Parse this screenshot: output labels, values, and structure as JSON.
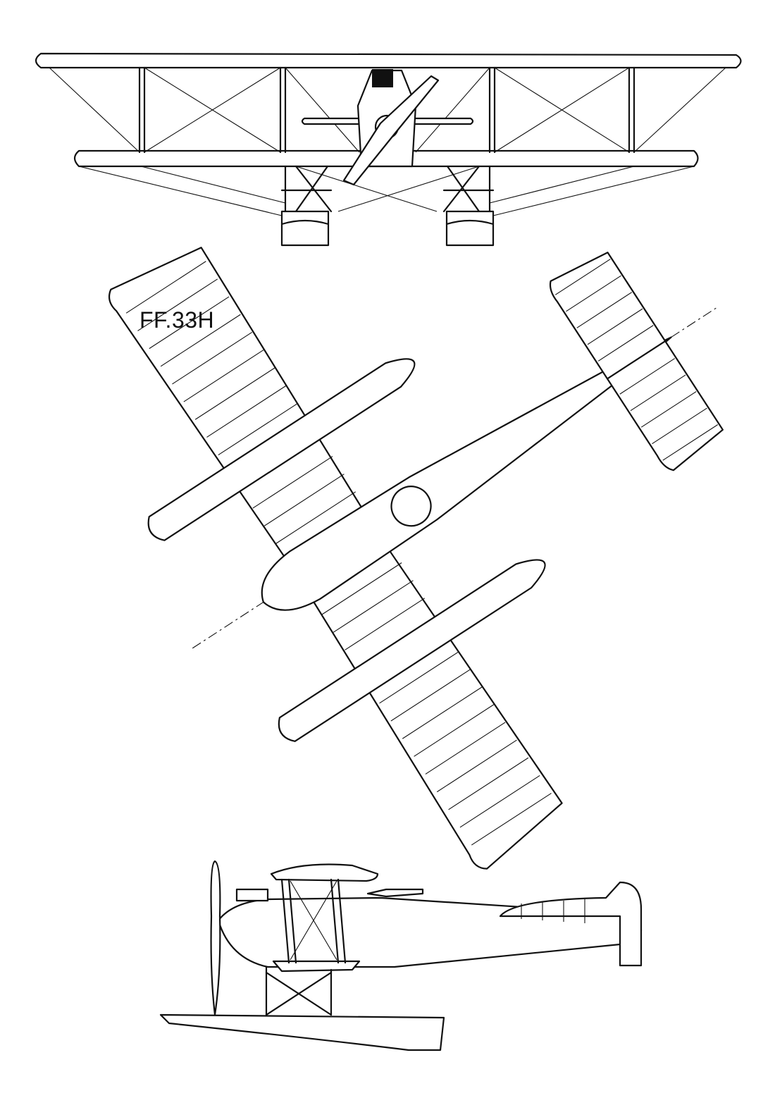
{
  "designation": "FF.33H",
  "colors": {
    "ink": "#111111",
    "paper": "#ffffff"
  },
  "views": [
    "front-view",
    "top-view",
    "side-view"
  ]
}
